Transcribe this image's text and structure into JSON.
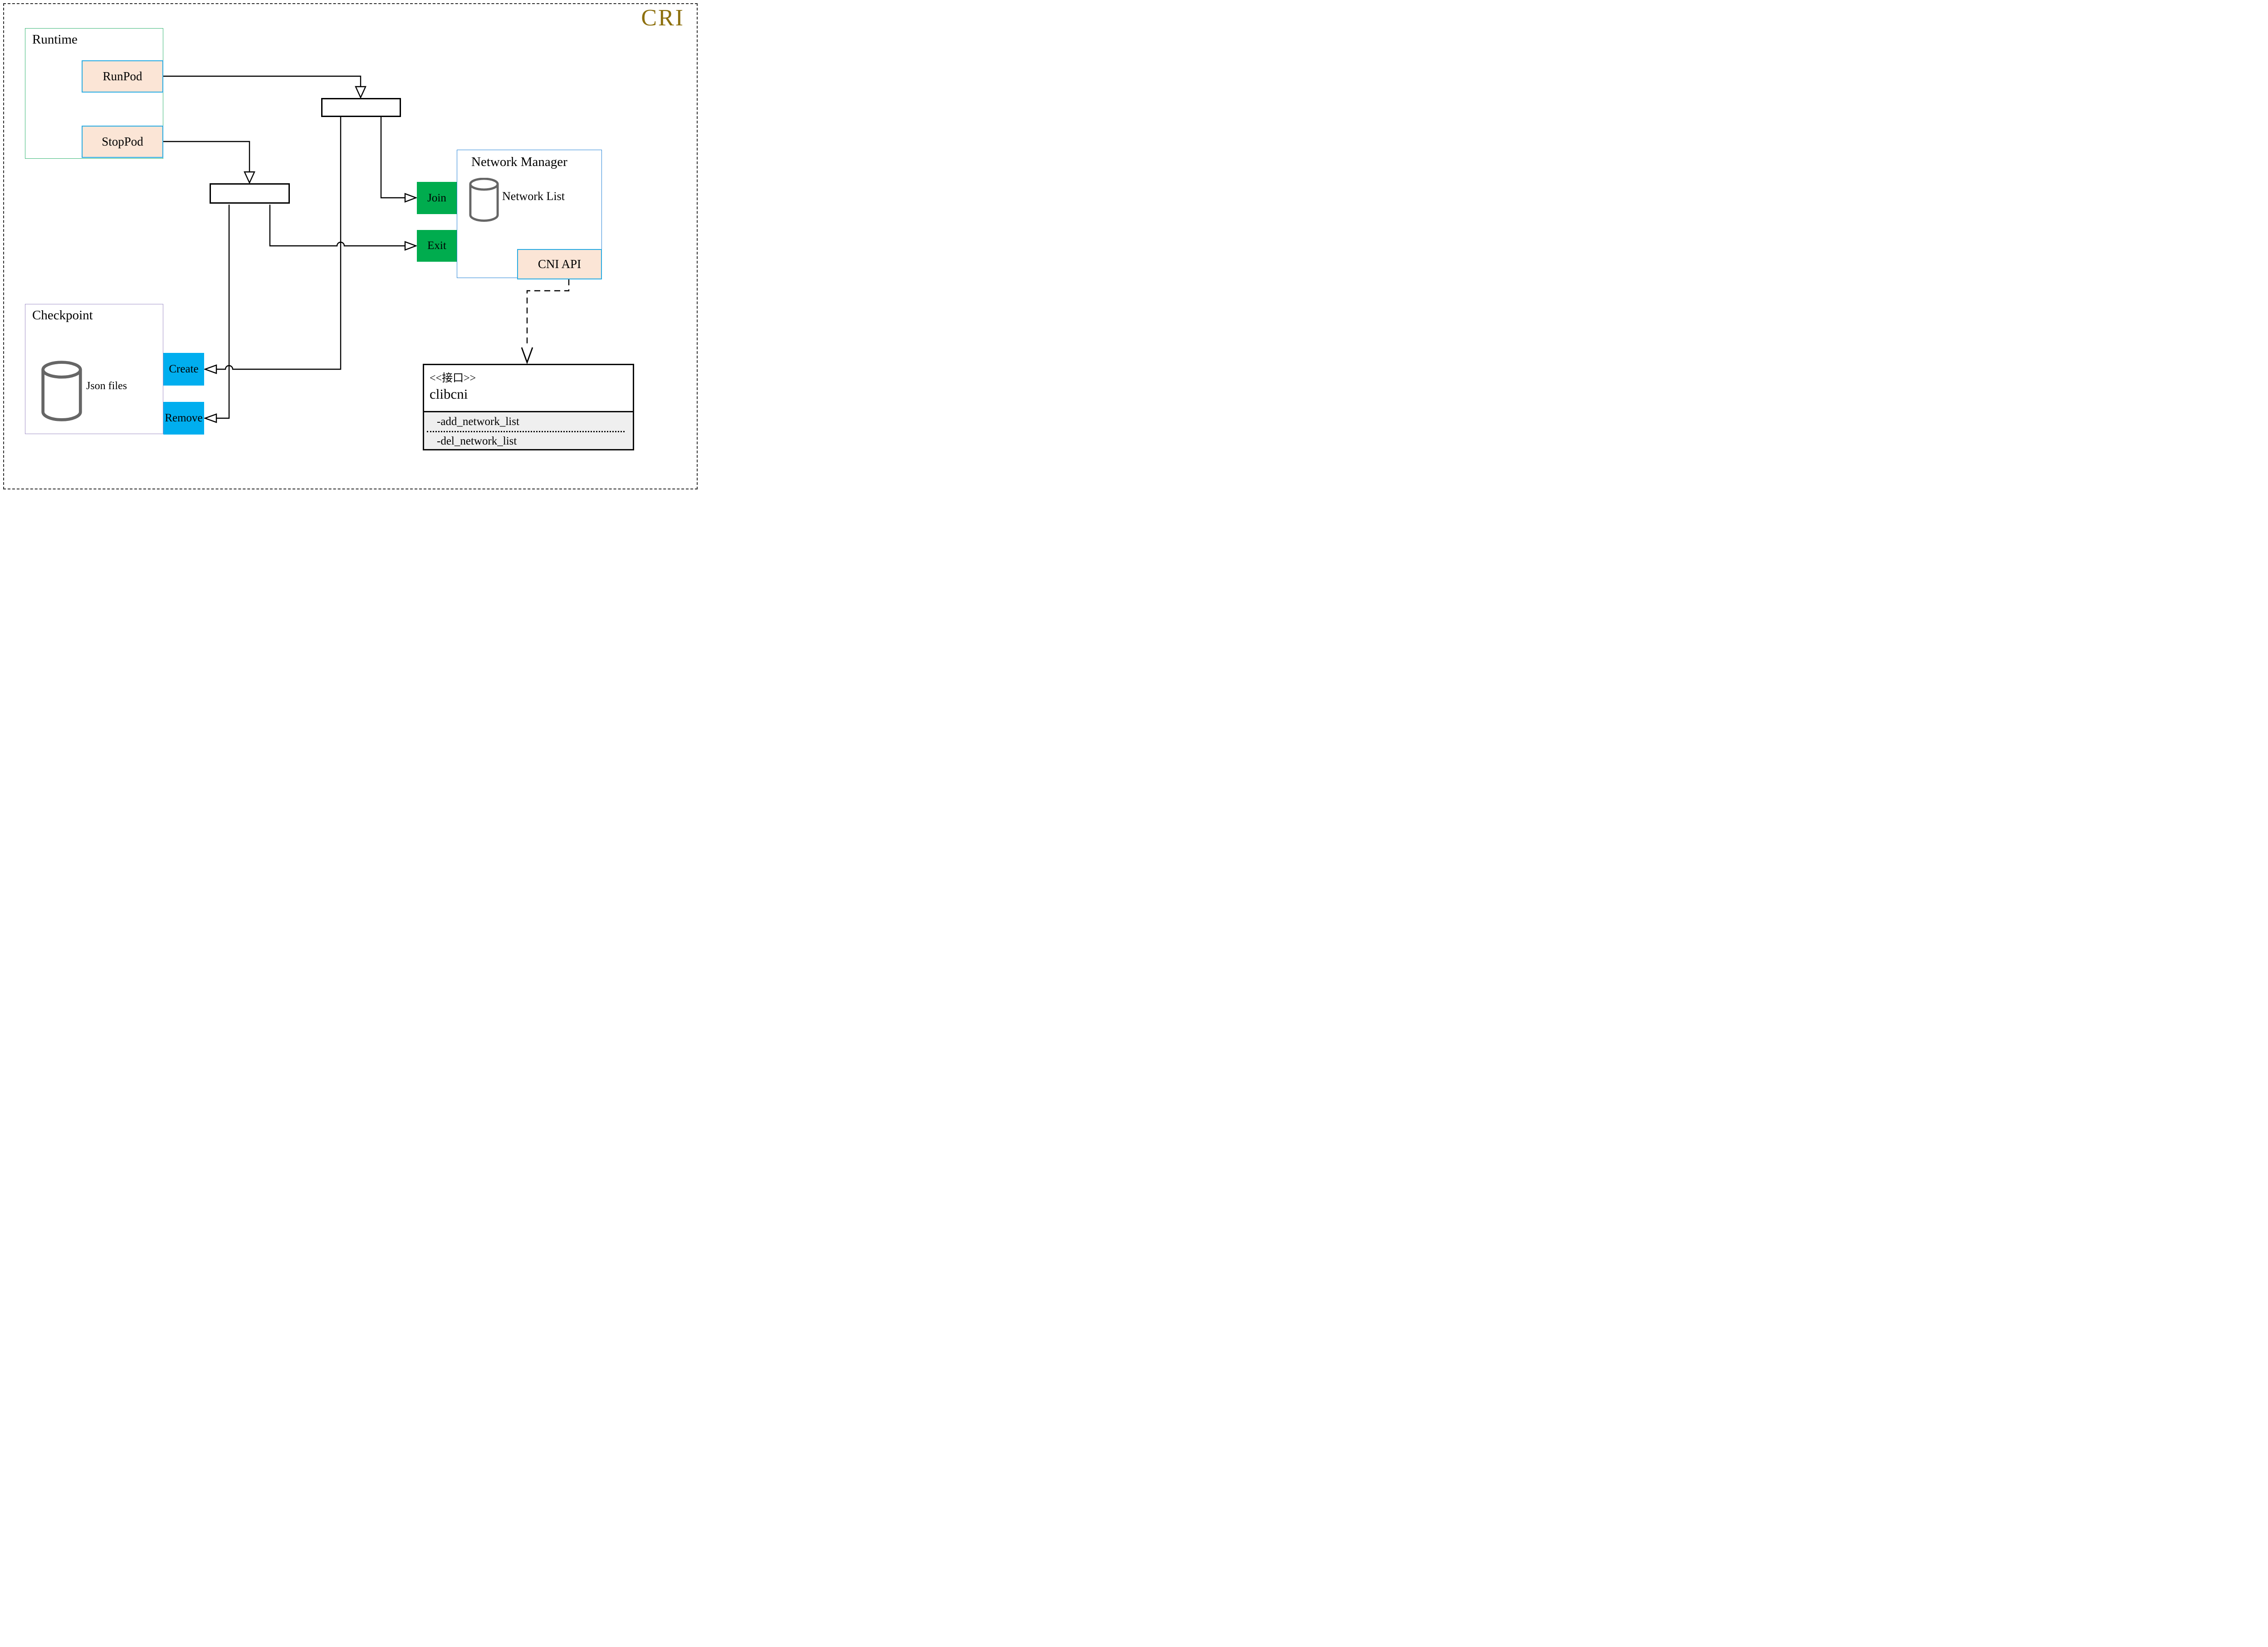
{
  "diagram_title": {
    "text": "CRI",
    "color": "#8d700e"
  },
  "runtime": {
    "label": "Runtime",
    "run_pod": "RunPod",
    "stop_pod": "StopPod"
  },
  "network_manager": {
    "label": "Network Manager",
    "network_list": "Network List",
    "join": "Join",
    "exit": "Exit",
    "cni_api": "CNI API"
  },
  "checkpoint": {
    "label": "Checkpoint",
    "json_files": "Json files",
    "create": "Create",
    "remove": "Remove"
  },
  "cni_interface": {
    "stereotype": "<<接口>>",
    "name": "clibcni",
    "methods": [
      "-add_network_list",
      "-del_network_list"
    ]
  },
  "colors": {
    "title_gold": "#8d700e",
    "runtime_border_green": "#3cb878",
    "checkpoint_border_lavender": "#a393c8",
    "network_manager_border_blue": "#2b87d9",
    "method_box_peach_fill": "#fbe5d6",
    "method_box_cyan_border": "#29abe2",
    "join_exit_green": "#00ac4e",
    "create_remove_blue": "#00aeef",
    "interface_section_gray": "#efefef",
    "cylinder_gray": "#666666",
    "connector_black": "#000000"
  }
}
